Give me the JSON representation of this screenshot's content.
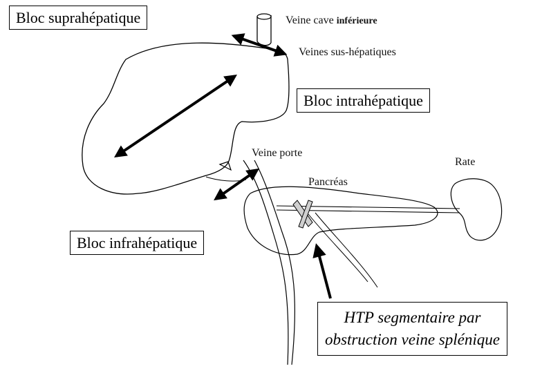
{
  "boxes": {
    "suprahepatic": "Bloc suprahépatique",
    "intrahepatic": "Bloc intrahépatique",
    "infrahepatic": "Bloc infrahépatique",
    "note_line1": "HTP segmentaire par",
    "note_line2": "obstruction veine splénique"
  },
  "labels": {
    "vena_cava": "Veine cave",
    "vena_cava_suffix": "inférieure",
    "hepatic_veins": "Veines sus-hépatiques",
    "portal_vein": "Veine porte",
    "pancreas": "Pancréas",
    "spleen": "Rate"
  }
}
